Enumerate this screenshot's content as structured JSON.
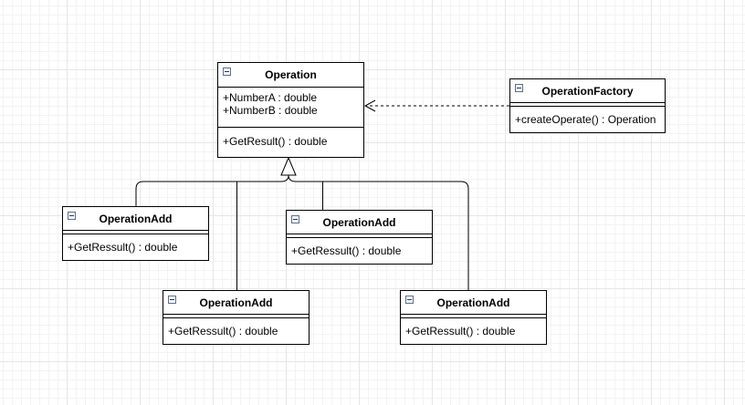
{
  "classes": {
    "operation": {
      "name": "Operation",
      "attributes": [
        "+NumberA : double",
        "+NumberB : double"
      ],
      "methods": [
        "+GetResult() : double"
      ]
    },
    "factory": {
      "name": "OperationFactory",
      "attributes": [],
      "methods": [
        "+createOperate() : Operation"
      ]
    },
    "sub1": {
      "name": "OperationAdd",
      "attributes": [],
      "methods": [
        "+GetRessult() : double"
      ]
    },
    "sub2": {
      "name": "OperationAdd",
      "attributes": [],
      "methods": [
        "+GetRessult() : double"
      ]
    },
    "sub3": {
      "name": "OperationAdd",
      "attributes": [],
      "methods": [
        "+GetRessult() : double"
      ]
    },
    "sub4": {
      "name": "OperationAdd",
      "attributes": [],
      "methods": [
        "+GetRessult() : double"
      ]
    }
  },
  "relations": [
    {
      "type": "dependency",
      "from": "OperationFactory",
      "to": "Operation"
    },
    {
      "type": "generalization",
      "from": "OperationAdd",
      "to": "Operation"
    },
    {
      "type": "generalization",
      "from": "OperationAdd",
      "to": "Operation"
    },
    {
      "type": "generalization",
      "from": "OperationAdd",
      "to": "Operation"
    },
    {
      "type": "generalization",
      "from": "OperationAdd",
      "to": "Operation"
    }
  ]
}
